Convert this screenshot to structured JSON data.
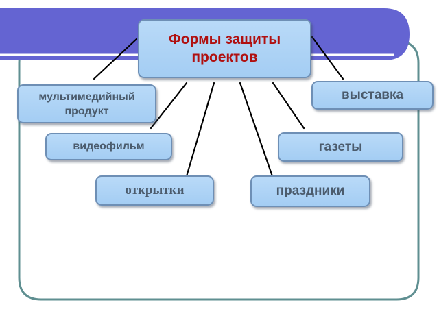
{
  "diagram": {
    "title": "Формы защиты проектов",
    "items": {
      "multimedia": "мультимедийный продукт",
      "vystavka": "выставка",
      "videofilm": "видеофильм",
      "gazety": "газеты",
      "otkrytki": "открытки",
      "prazdniki": "праздники"
    }
  },
  "colors": {
    "banner": "#6464d2",
    "panel_border": "#5f8f91",
    "box_fill": "#b3d7f7",
    "box_border": "#6e8fb5",
    "title_text": "#b01010",
    "item_text": "#4b5b6c"
  }
}
